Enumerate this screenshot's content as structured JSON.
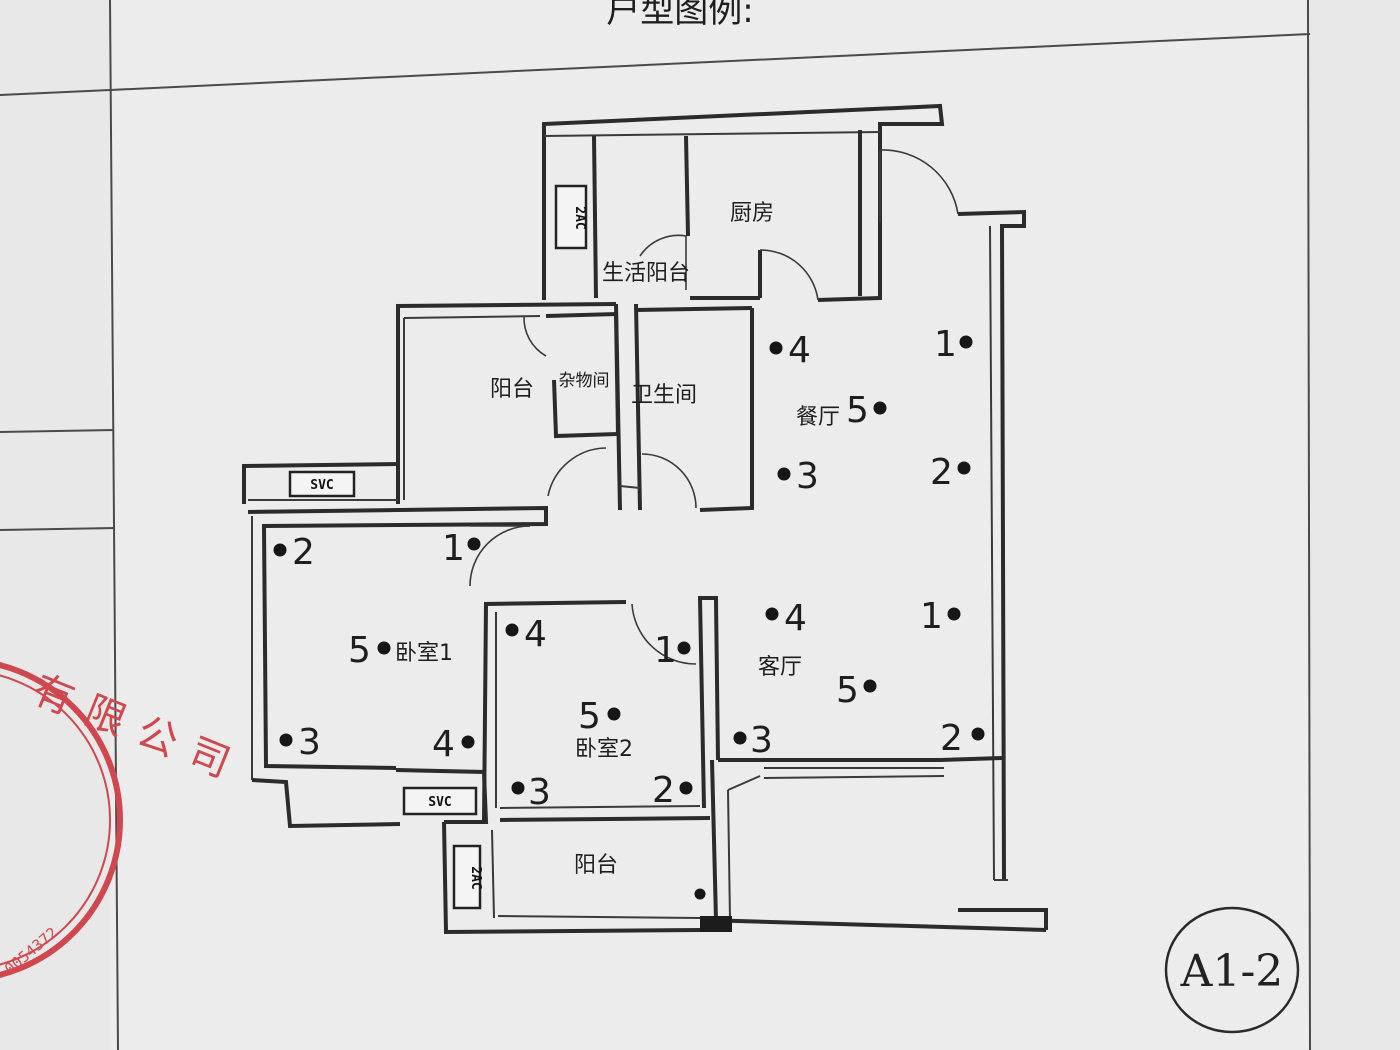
{
  "header": {
    "title": "户型图例:"
  },
  "plan_code": "A1-2",
  "stamp": {
    "text": "有限公司",
    "number": "0054372",
    "color": "#d0484e"
  },
  "rooms": {
    "kitchen": "厨房",
    "service_balcony": "生活阳台",
    "balcony_north": "阳台",
    "storage": "杂物间",
    "bathroom": "卫生间",
    "dining": "餐厅",
    "bedroom1": "卧室1",
    "bedroom2": "卧室2",
    "living": "客厅",
    "balcony_south": "阳台"
  },
  "equipment": {
    "ac_label": "2AC",
    "svc_label": "SVC"
  },
  "points": {
    "dining": [
      "4",
      "5",
      "3",
      "1",
      "2"
    ],
    "living": [
      "4",
      "5",
      "3",
      "1",
      "2"
    ],
    "bedroom1": [
      "1",
      "2",
      "5",
      "3",
      "4"
    ],
    "bedroom2": [
      "4",
      "1",
      "5",
      "3",
      "2"
    ]
  }
}
